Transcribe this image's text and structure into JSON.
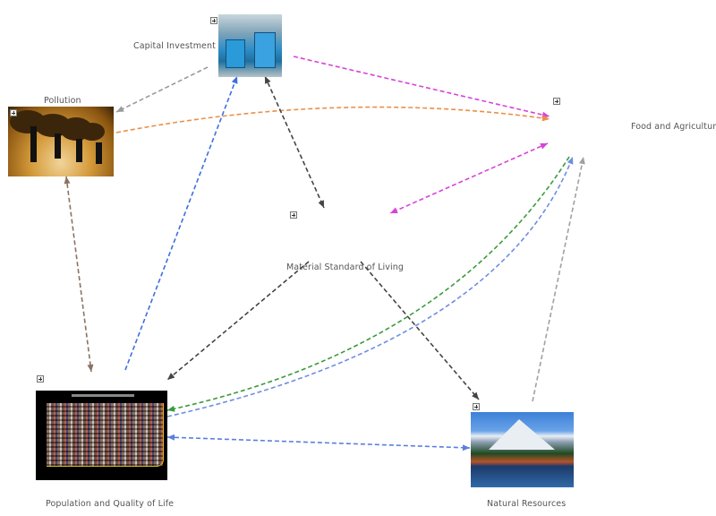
{
  "diagram": {
    "nodes": {
      "capital": {
        "label": "Capital Investment",
        "has_image": true
      },
      "pollution": {
        "label": "Pollution",
        "has_image": true
      },
      "food": {
        "label": "Food and Agriculture",
        "has_image": false
      },
      "material": {
        "label": "Material Standard of Living",
        "has_image": false
      },
      "population": {
        "label": "Population and Quality of Life",
        "has_image": true
      },
      "natural": {
        "label": "Natural Resources",
        "has_image": true
      }
    },
    "edges": [
      {
        "from": "capital",
        "to": "pollution",
        "color": "#9a9a9a",
        "direction": "forward"
      },
      {
        "from": "capital",
        "to": "food",
        "color": "#d843d8",
        "direction": "forward"
      },
      {
        "from": "pollution",
        "to": "food",
        "color": "#e8904a",
        "direction": "forward"
      },
      {
        "from": "population",
        "to": "capital",
        "color": "#3d6fe0",
        "direction": "forward"
      },
      {
        "from": "capital",
        "to": "material",
        "color": "#444444",
        "direction": "both"
      },
      {
        "from": "food",
        "to": "material",
        "color": "#d843d8",
        "direction": "both"
      },
      {
        "from": "pollution",
        "to": "population",
        "color": "#8a7262",
        "direction": "both"
      },
      {
        "from": "material",
        "to": "population",
        "color": "#444444",
        "direction": "forward"
      },
      {
        "from": "material",
        "to": "natural",
        "color": "#444444",
        "direction": "forward"
      },
      {
        "from": "food",
        "to": "population",
        "color": "#3a9a3a",
        "direction": "forward"
      },
      {
        "from": "population",
        "to": "food",
        "color": "#6f8ee0",
        "direction": "forward"
      },
      {
        "from": "population",
        "to": "natural",
        "color": "#5b7fe0",
        "direction": "both"
      },
      {
        "from": "natural",
        "to": "food",
        "color": "#a0a0a0",
        "direction": "forward"
      }
    ]
  }
}
